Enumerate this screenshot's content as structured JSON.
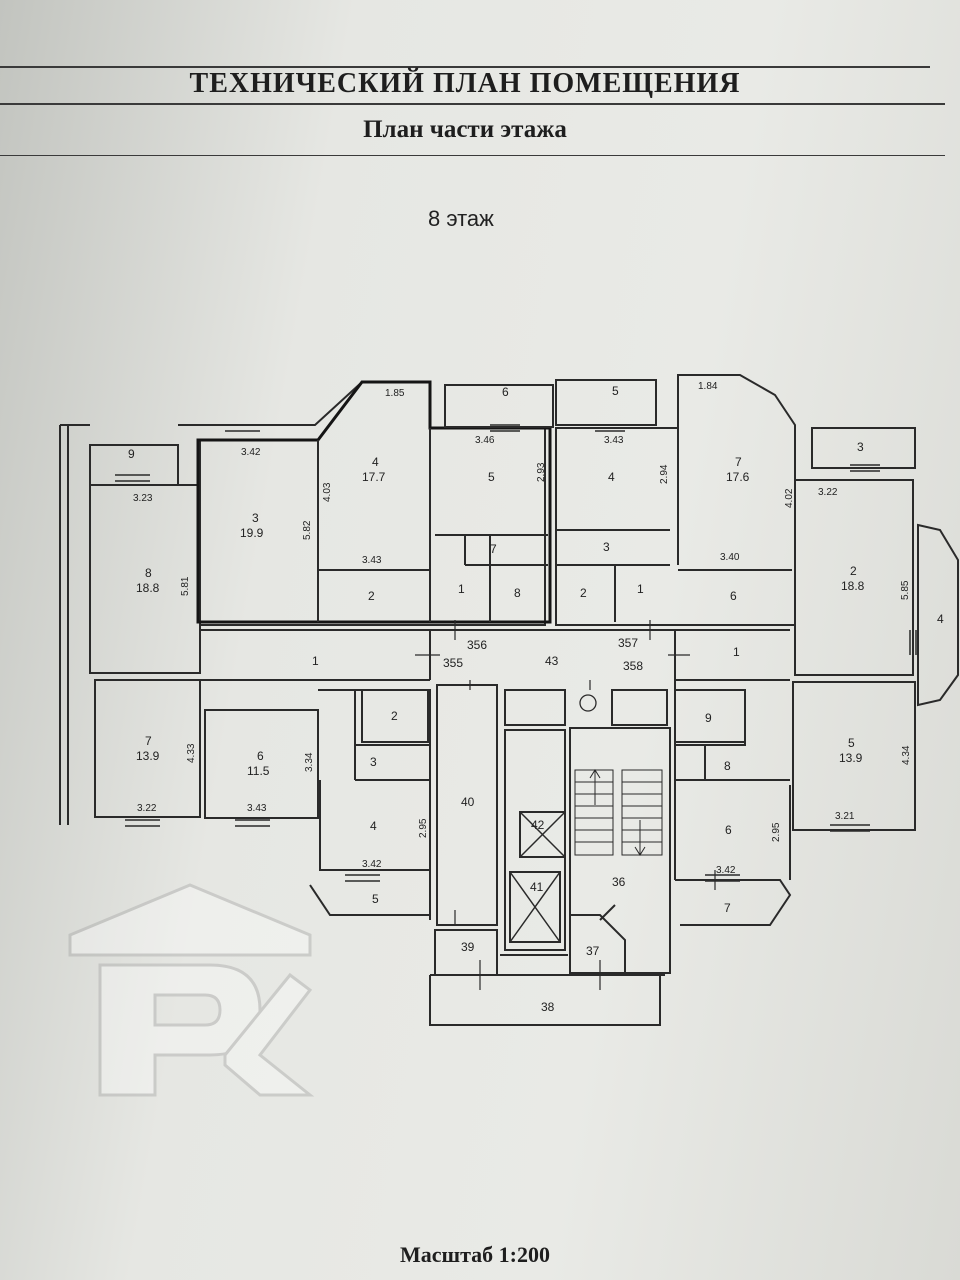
{
  "header": {
    "title": "ТЕХНИЧЕСКИЙ ПЛАН ПОМЕЩЕНИЯ",
    "subtitle": "План части этажа"
  },
  "floor": {
    "label": "8 этаж"
  },
  "footer": {
    "scale": "Масштаб 1:200"
  },
  "colors": {
    "paper": "#e8e9e5",
    "ink": "#2a2a2a",
    "highlight": "#1a1a1a"
  },
  "plan": {
    "rooms": [
      {
        "id": "l9",
        "num": "9"
      },
      {
        "id": "l8",
        "num": "8",
        "area": "18.8"
      },
      {
        "id": "l7",
        "num": "7",
        "area": "13.9"
      },
      {
        "id": "a3",
        "num": "3",
        "area": "19.9"
      },
      {
        "id": "a4",
        "num": "4",
        "area": "17.7"
      },
      {
        "id": "a2",
        "num": "2"
      },
      {
        "id": "a5",
        "num": "5"
      },
      {
        "id": "a6",
        "num": "6"
      },
      {
        "id": "a7",
        "num": "7"
      },
      {
        "id": "a1",
        "num": "1"
      },
      {
        "id": "a8",
        "num": "8"
      },
      {
        "id": "b4",
        "num": "4"
      },
      {
        "id": "b5",
        "num": "5"
      },
      {
        "id": "b3",
        "num": "3"
      },
      {
        "id": "b2",
        "num": "2"
      },
      {
        "id": "b1",
        "num": "1"
      },
      {
        "id": "b7",
        "num": "7",
        "area": "17.6"
      },
      {
        "id": "b6",
        "num": "6"
      },
      {
        "id": "r3",
        "num": "3"
      },
      {
        "id": "r2",
        "num": "2",
        "area": "18.8"
      },
      {
        "id": "r4",
        "num": "4"
      },
      {
        "id": "r5",
        "num": "5",
        "area": "13.9"
      },
      {
        "id": "c1",
        "num": "1"
      },
      {
        "id": "c6",
        "num": "6",
        "area": "11.5"
      },
      {
        "id": "c2",
        "num": "2"
      },
      {
        "id": "c3",
        "num": "3"
      },
      {
        "id": "c4",
        "num": "4"
      },
      {
        "id": "c5",
        "num": "5"
      },
      {
        "id": "d1",
        "num": "1"
      },
      {
        "id": "d9",
        "num": "9"
      },
      {
        "id": "d8",
        "num": "8"
      },
      {
        "id": "d6",
        "num": "6"
      },
      {
        "id": "d7",
        "num": "7"
      },
      {
        "id": "h43",
        "num": "43"
      },
      {
        "id": "h356",
        "num": "356"
      },
      {
        "id": "h357",
        "num": "357"
      },
      {
        "id": "h355",
        "num": "355"
      },
      {
        "id": "h358",
        "num": "358"
      },
      {
        "id": "h40",
        "num": "40"
      },
      {
        "id": "h42",
        "num": "42"
      },
      {
        "id": "h41",
        "num": "41"
      },
      {
        "id": "h36",
        "num": "36"
      },
      {
        "id": "h37",
        "num": "37"
      },
      {
        "id": "h39",
        "num": "39"
      },
      {
        "id": "h38",
        "num": "38"
      }
    ],
    "dimensions": {
      "l9": "3.23",
      "l8h": "5.81",
      "l7h": "4.33",
      "l7w": "3.22",
      "a3w": "3.42",
      "a3h": "5.82",
      "a4top": "1.85",
      "a4h": "4.03",
      "a4w": "3.43",
      "a5w": "3.46",
      "a5h": "2.93",
      "b4w": "3.43",
      "b4h": "2.94",
      "b7top": "1.84",
      "b7h": "4.02",
      "b7w": "3.40",
      "r3w": "3.22",
      "r2h": "5.85",
      "r5h": "4.34",
      "r5w": "3.21",
      "c6h": "3.34",
      "c6w": "3.43",
      "c4h": "2.95",
      "c4w": "3.42",
      "d6h": "2.95",
      "d6w": "3.42"
    }
  }
}
